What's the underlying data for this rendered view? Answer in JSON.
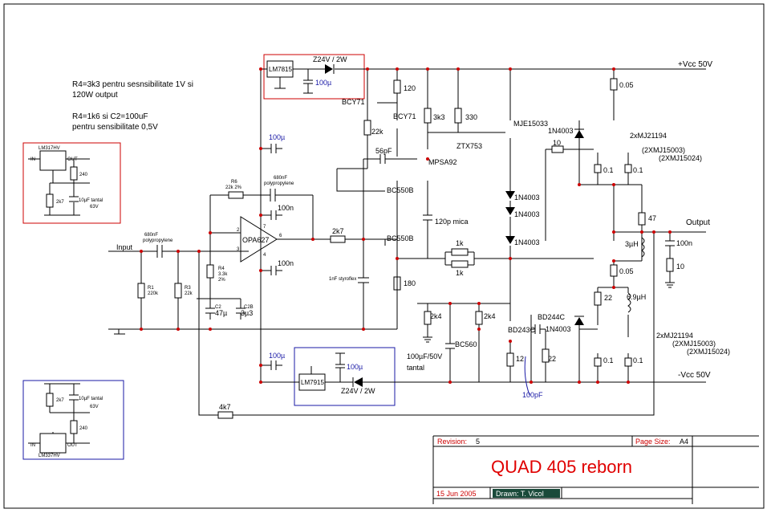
{
  "notes": {
    "r4_line1": "R4=3k3 pentru sesnsibilitate 1V si",
    "r4_line2": "120W output",
    "c2_line1": "R4=1k6 si C2=100uF",
    "c2_line2": "pentru sensibilitate 0,5V"
  },
  "supplies": {
    "pos": "+Vcc 50V",
    "neg": "-Vcc 50V",
    "output": "Output",
    "input": "Input"
  },
  "regulators": {
    "upper": "LM7815",
    "lower": "LM7915",
    "zener_upper": "Z24V / 2W",
    "zener_lower": "Z24V / 2W",
    "cap_upper": "100µ",
    "cap_lower": "100µ"
  },
  "lm317": {
    "chip": "LM317HV",
    "in": "IN",
    "out": "OUT",
    "r_top": "240",
    "r_bot": "2k7",
    "cap": "10µF tantal",
    "cap_v": "63V"
  },
  "lm337": {
    "chip": "LM337HV",
    "in": "IN",
    "out": "OUT",
    "r_top": "2k7",
    "r_bot": "240",
    "cap": "10µF tantal",
    "cap_v": "63V"
  },
  "opamp": {
    "name": "OPA627",
    "pin2": "2",
    "pin3": "3",
    "pin6": "6",
    "pin7": "7",
    "pin4": "4"
  },
  "parts": {
    "r6": "R6",
    "r6v": "22k 2%",
    "c680a": "680nF",
    "c680a2": "polypropylene",
    "c680b": "680nF",
    "c680b2": "polypropylene",
    "c100u_top": "100µ",
    "c100n_top": "100n",
    "c100n_bot": "100n",
    "c100u_bot": "100µ",
    "r1": "R1",
    "r1v": "220k",
    "r3": "R3",
    "r3v": "22k",
    "r4": "R4",
    "r4v": "3.3k",
    "r4t": "2%",
    "c2": "C2",
    "c2v": "47µ",
    "c2b": "C2B",
    "c2bv": "3µ3",
    "r2k7": "2k7",
    "r4k7": "4k7",
    "c1nf": "1nF styroflex",
    "r120": "120",
    "bcy71a": "BCY71",
    "bcy71b": "BCY71",
    "r22k": "22k",
    "c56p": "56pF",
    "r3k3": "3k3",
    "r330": "330",
    "mje": "MJE15033",
    "ztx": "ZTX753",
    "mpsa": "MPSA92",
    "bc550a": "BC550B",
    "bc550b": "BC550B",
    "r180": "180",
    "c120p": "120p mica",
    "d1": "1N4003",
    "d2": "1N4003",
    "d3": "1N4003",
    "d4": "1N4003",
    "d5": "1N4003",
    "r1k_a": "1k",
    "r1k_b": "1k",
    "r10": "10",
    "r005a": "0.05",
    "r005b": "0.05",
    "r01a": "0.1",
    "r01b": "0.1",
    "r01c": "0.1",
    "r01d": "0.1",
    "mj_top1": "2xMJ21194",
    "mj_top2": "(2XMJ15003)",
    "mj_top3": "(2XMJ15024)",
    "mj_bot1": "2xMJ21194",
    "mj_bot2": "(2XMJ15003)",
    "mj_bot3": "(2XMJ15024)",
    "r47": "47",
    "l3u": "3µH",
    "c100n_out": "100n",
    "r10_out": "10",
    "r22a": "22",
    "r22b": "22",
    "l69": "6.9µH",
    "r2k4a": "2k4",
    "r2k4b": "2k4",
    "bc560": "BC560",
    "c100u50": "100µF/50V",
    "tantal": "tantal",
    "bd243": "BD243C",
    "bd244": "BD244C",
    "r12": "12",
    "c100pf": "100pF"
  },
  "titleblock": {
    "revision_label": "Revision:",
    "revision": "5",
    "pagesize_label": "Page Size:",
    "pagesize": "A4",
    "title": "QUAD 405 reborn",
    "date": "15 Jun 2005",
    "drawn": "Drawn: T. Vicol"
  },
  "colors": {
    "ink": "#000000",
    "label": "#1a1aa6",
    "red": "#cc0000",
    "title": "#e00000",
    "ground": "#b06000"
  }
}
